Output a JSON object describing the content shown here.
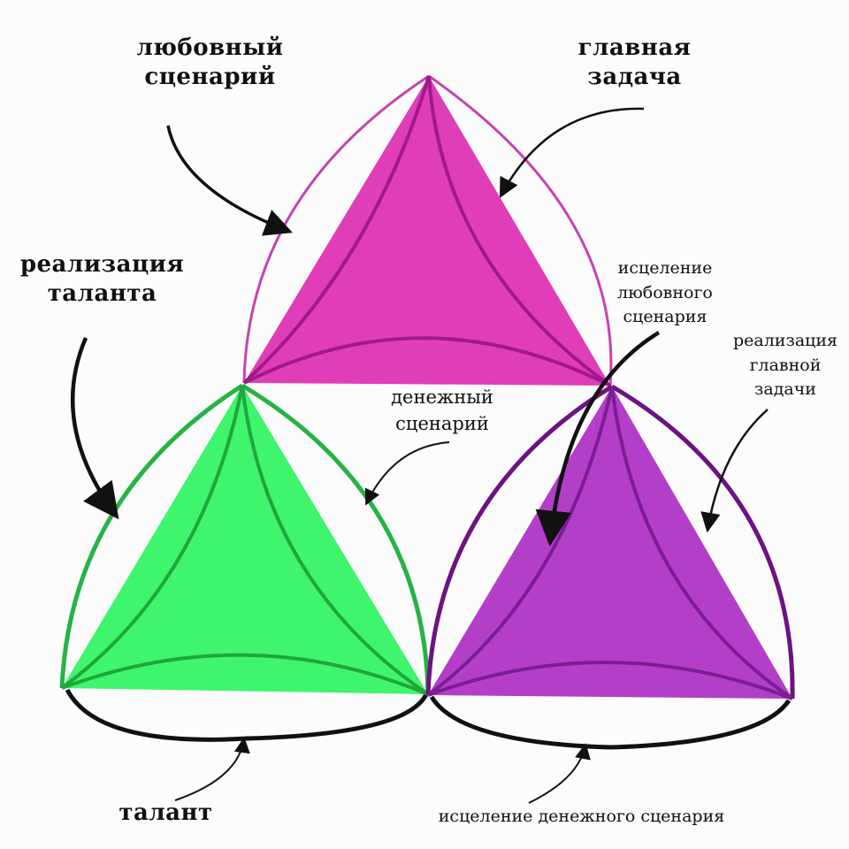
{
  "colors": {
    "top_fill": "#df3eb8",
    "top_stroke": "#c742b0",
    "top_inner": "#a1198a",
    "left_fill": "#3ff56d",
    "left_stroke": "#26b345",
    "left_inner": "#1fa63d",
    "right_fill": "#b33ec8",
    "right_stroke": "#6d1283",
    "right_inner": "#7b1d93",
    "outline": "#111111"
  },
  "labels": {
    "love_scenario": [
      "любовный",
      "сценарий"
    ],
    "main_task": [
      "главная",
      "задача"
    ],
    "talent_realization": [
      "реализация",
      "таланта"
    ],
    "money_scenario": [
      "денежный",
      "сценарий"
    ],
    "love_healing": [
      "исцеление",
      "любовного",
      "сценария"
    ],
    "main_task_realization": [
      "реализация",
      "главной",
      "задачи"
    ],
    "talent": "талант",
    "money_healing": "исцеление денежного сценария"
  }
}
